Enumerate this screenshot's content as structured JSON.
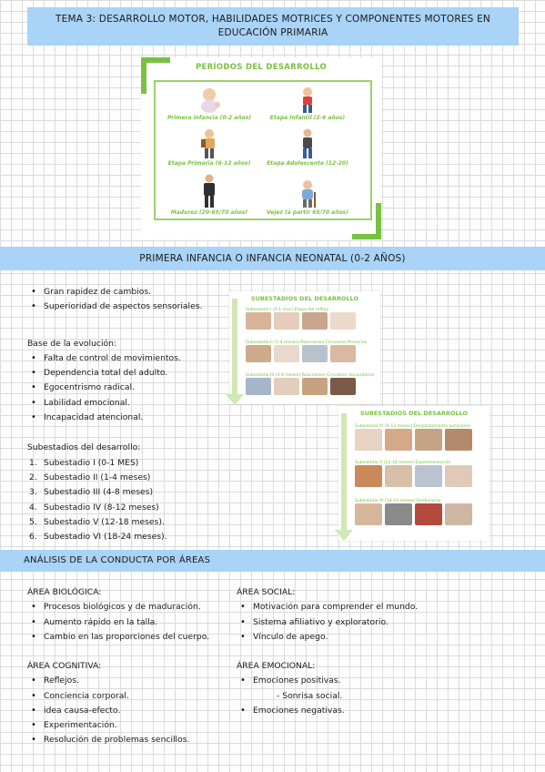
{
  "title": "TEMA 3: DESARROLLO MOTOR, HABILIDADES MOTRICES Y COMPONENTES MOTORES EN EDUCACIÓN PRIMARIA",
  "periods_figure": {
    "title": "PERÍODOS DEL DESARROLLO",
    "items": [
      {
        "label": "Primera infancia (0-2 años)",
        "icon": "baby-icon"
      },
      {
        "label": "Etapa Infantil (2-6 años)",
        "icon": "child-icon"
      },
      {
        "label": "Etapa Primaria (6-12 años)",
        "icon": "schoolchild-icon"
      },
      {
        "label": "Etapa Adolescente (12-20)",
        "icon": "teen-icon"
      },
      {
        "label": "Madurez (20-65/70 años)",
        "icon": "adult-icon"
      },
      {
        "label": "Vejez (a partir 65/70 años)",
        "icon": "elder-icon"
      }
    ],
    "accent": "#7ac142"
  },
  "infancy_heading": "PRIMERA INFANCIA O INFANCIA NEONATAL (0-2 AÑOS)",
  "intro_bullets": [
    "Gran rapidez de cambios.",
    "Superioridad de aspectos sensoriales."
  ],
  "evolution": {
    "heading": "Base de la evolución:",
    "items": [
      "Falta de control de movimientos.",
      "Dependencia total del adulto.",
      "Egocentrismo radical.",
      "Labilidad emocional.",
      "Incapacidad atencional."
    ]
  },
  "substages": {
    "heading": "Subestadios del desarrollo:",
    "items": [
      {
        "num": "1.",
        "text": "Subestadio I (0-1 MES)"
      },
      {
        "num": "2.",
        "text": "Subestadio II (1-4 meses)"
      },
      {
        "num": "3.",
        "text": "Subestadio III (4-8 meses)"
      },
      {
        "num": "4.",
        "text": "Subestadio IV (8-12 meses)"
      },
      {
        "num": "5.",
        "text": "Subestadio V (12-18 meses)."
      },
      {
        "num": "6.",
        "text": "Subestadio VI (18-24 meses)."
      }
    ]
  },
  "substage_card_1": {
    "title": "SUBESTADIOS DEL DESARROLLO",
    "rows": [
      "Subestadio I (0-1 mes):Etapa del reflejo",
      "Subestadio II (1-4 meses):Reacciones Circulares Primarias",
      "Subestadio III (4-8 meses):Reacciones Circulares Secundarias"
    ]
  },
  "substage_card_2": {
    "title": "SUBESTADIOS DEL DESARROLLO",
    "rows": [
      "Subestadio IV (8-12 meses):Desplazamiento autónomo",
      "Subestadio V (12-18 meses):Experimentación",
      "Subestadio VI (18-24 meses):Simbolismo"
    ]
  },
  "areas_heading": "ANÁLISIS DE LA CONDUCTA POR ÁREAS",
  "area_biologica": {
    "heading": "ÁREA BIOLÓGICA:",
    "items": [
      "Procesos biológicos y de maduración.",
      "Aumento rápido en la talla.",
      "Cambio en las proporciones del cuerpo."
    ]
  },
  "area_social": {
    "heading": "ÁREA SOCIAL:",
    "items": [
      "Motivación para comprender el mundo.",
      "Sistema afiliativo y exploratorio.",
      "Vínculo de apego."
    ]
  },
  "area_cognitiva": {
    "heading": "ÁREA COGNITIVA:",
    "items": [
      "Reflejos.",
      "Conciencia corporal.",
      "idea causa-efecto.",
      "Experimentación.",
      "Resolución de problemas sencillos."
    ]
  },
  "area_emocional": {
    "heading": "ÁREA EMOCIONAL:",
    "item1": "Emociones positivas.",
    "sub_item": "- Sonrisa social.",
    "item2": "Emociones negativas."
  },
  "banner_color": "#a9d3f7"
}
